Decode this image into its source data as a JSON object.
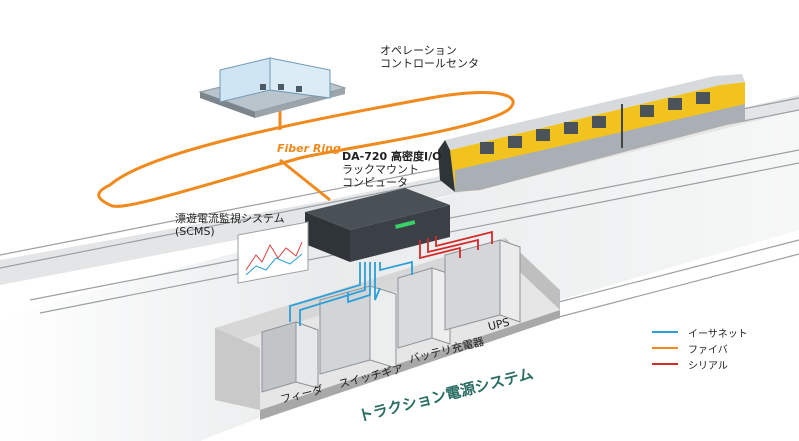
{
  "labels": {
    "control_center": [
      "オペレーション",
      "コントロールセンタ"
    ],
    "fiber_ring": "Fiber Ring",
    "da720_title": "DA-720 高密度I/O",
    "da720_sub": [
      "ラックマウント",
      "コンピュータ"
    ],
    "scms": [
      "漂遊電流監視システム",
      "(SCMS)"
    ],
    "feeder": "フィーダ",
    "switchgear": "スイッチギア",
    "battery_charger": "バッテリ充電器",
    "ups": "UPS",
    "traction_power": "トラクション電源システム"
  },
  "legend": [
    {
      "label": "イーサネット",
      "color": "#2b9fd8"
    },
    {
      "label": "ファイバ",
      "color": "#f08a1c"
    },
    {
      "label": "シリアル",
      "color": "#d42a2a"
    }
  ],
  "colors": {
    "fiber": "#f08a1c",
    "ethernet": "#2b9fd8",
    "serial": "#d42a2a",
    "train_body": "#f2c21f",
    "enclosure": "#dcdcdc"
  }
}
